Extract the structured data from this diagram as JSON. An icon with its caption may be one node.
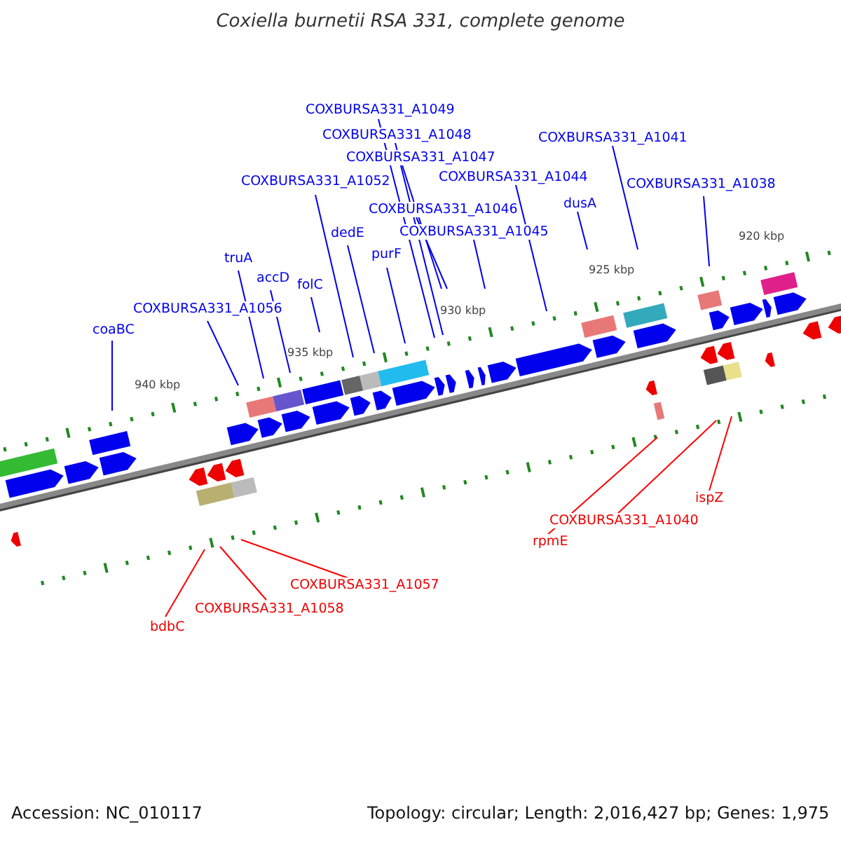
{
  "diagram": {
    "title": "Coxiella burnetii RSA 331, complete genome",
    "nodes": [
      {
        "text": [
          "coaBC"
        ]
      },
      {
        "text": [
          "COXBURSA331_A1056"
        ]
      },
      {
        "text": [
          "truA"
        ]
      },
      {
        "text": [
          "accD"
        ]
      },
      {
        "text": [
          "folC"
        ]
      },
      {
        "text": [
          "COXBURSA331_A1052"
        ]
      },
      {
        "text": [
          "dedE"
        ]
      },
      {
        "text": [
          "purF"
        ]
      },
      {
        "text": [
          "COXBURSA331_A1049"
        ]
      },
      {
        "text": [
          "COXBURSA331_A1048"
        ]
      },
      {
        "text": [
          "COXBURSA331_A1047"
        ]
      },
      {
        "text": [
          "COXBURSA331_A1046"
        ]
      },
      {
        "text": [
          "COXBURSA331_A1045"
        ]
      },
      {
        "text": [
          "COXBURSA331_A1044"
        ]
      },
      {
        "text": [
          "dusA"
        ]
      },
      {
        "text": [
          "COXBURSA331_A1041"
        ]
      },
      {
        "text": [
          "COXBURSA331_A1038"
        ]
      },
      {
        "text": [
          "bdbC"
        ]
      },
      {
        "text": [
          "COXBURSA331_A1058"
        ]
      },
      {
        "text": [
          "COXBURSA331_A1057"
        ]
      },
      {
        "text": [
          "rpmE"
        ]
      },
      {
        "text": [
          "COXBURSA331_A1040"
        ]
      },
      {
        "text": [
          "ispZ"
        ]
      }
    ],
    "edges": [
      {
        "from": 0,
        "to": null,
        "arrow": "none"
      },
      {
        "from": 1,
        "to": null,
        "arrow": "none"
      },
      {
        "from": 2,
        "to": null,
        "arrow": "none"
      },
      {
        "from": 3,
        "to": null,
        "arrow": "none"
      },
      {
        "from": 4,
        "to": null,
        "arrow": "none"
      },
      {
        "from": 5,
        "to": null,
        "arrow": "none"
      },
      {
        "from": 6,
        "to": null,
        "arrow": "none"
      },
      {
        "from": 7,
        "to": null,
        "arrow": "none"
      },
      {
        "from": 8,
        "to": null,
        "arrow": "none"
      },
      {
        "from": 9,
        "to": null,
        "arrow": "none"
      },
      {
        "from": 10,
        "to": null,
        "arrow": "none"
      },
      {
        "from": 11,
        "to": null,
        "arrow": "none"
      },
      {
        "from": 12,
        "to": null,
        "arrow": "none"
      },
      {
        "from": 13,
        "to": null,
        "arrow": "none"
      },
      {
        "from": 14,
        "to": null,
        "arrow": "none"
      },
      {
        "from": 15,
        "to": null,
        "arrow": "none"
      },
      {
        "from": 16,
        "to": null,
        "arrow": "none"
      },
      {
        "from": 17,
        "to": null,
        "arrow": "none",
        "color": "#ff0000"
      },
      {
        "from": 18,
        "to": null,
        "arrow": "none",
        "color": "#ff0000"
      },
      {
        "from": 19,
        "to": null,
        "arrow": "none",
        "color": "#ff0000"
      },
      {
        "from": 20,
        "to": null,
        "arrow": "none",
        "color": "#ff0000"
      },
      {
        "from": 21,
        "to": null,
        "arrow": "none",
        "color": "#ff0000"
      },
      {
        "from": 22,
        "to": null,
        "arrow": "none",
        "color": "#ff0000"
      }
    ],
    "labels": [
      "940 kbp",
      "935 kbp",
      "930 kbp",
      "925 kbp",
      "920 kbp",
      "Accession: NC_010117",
      "Topology: circular; Length: 2,016,427 bp; Genes: 1,975"
    ]
  }
}
